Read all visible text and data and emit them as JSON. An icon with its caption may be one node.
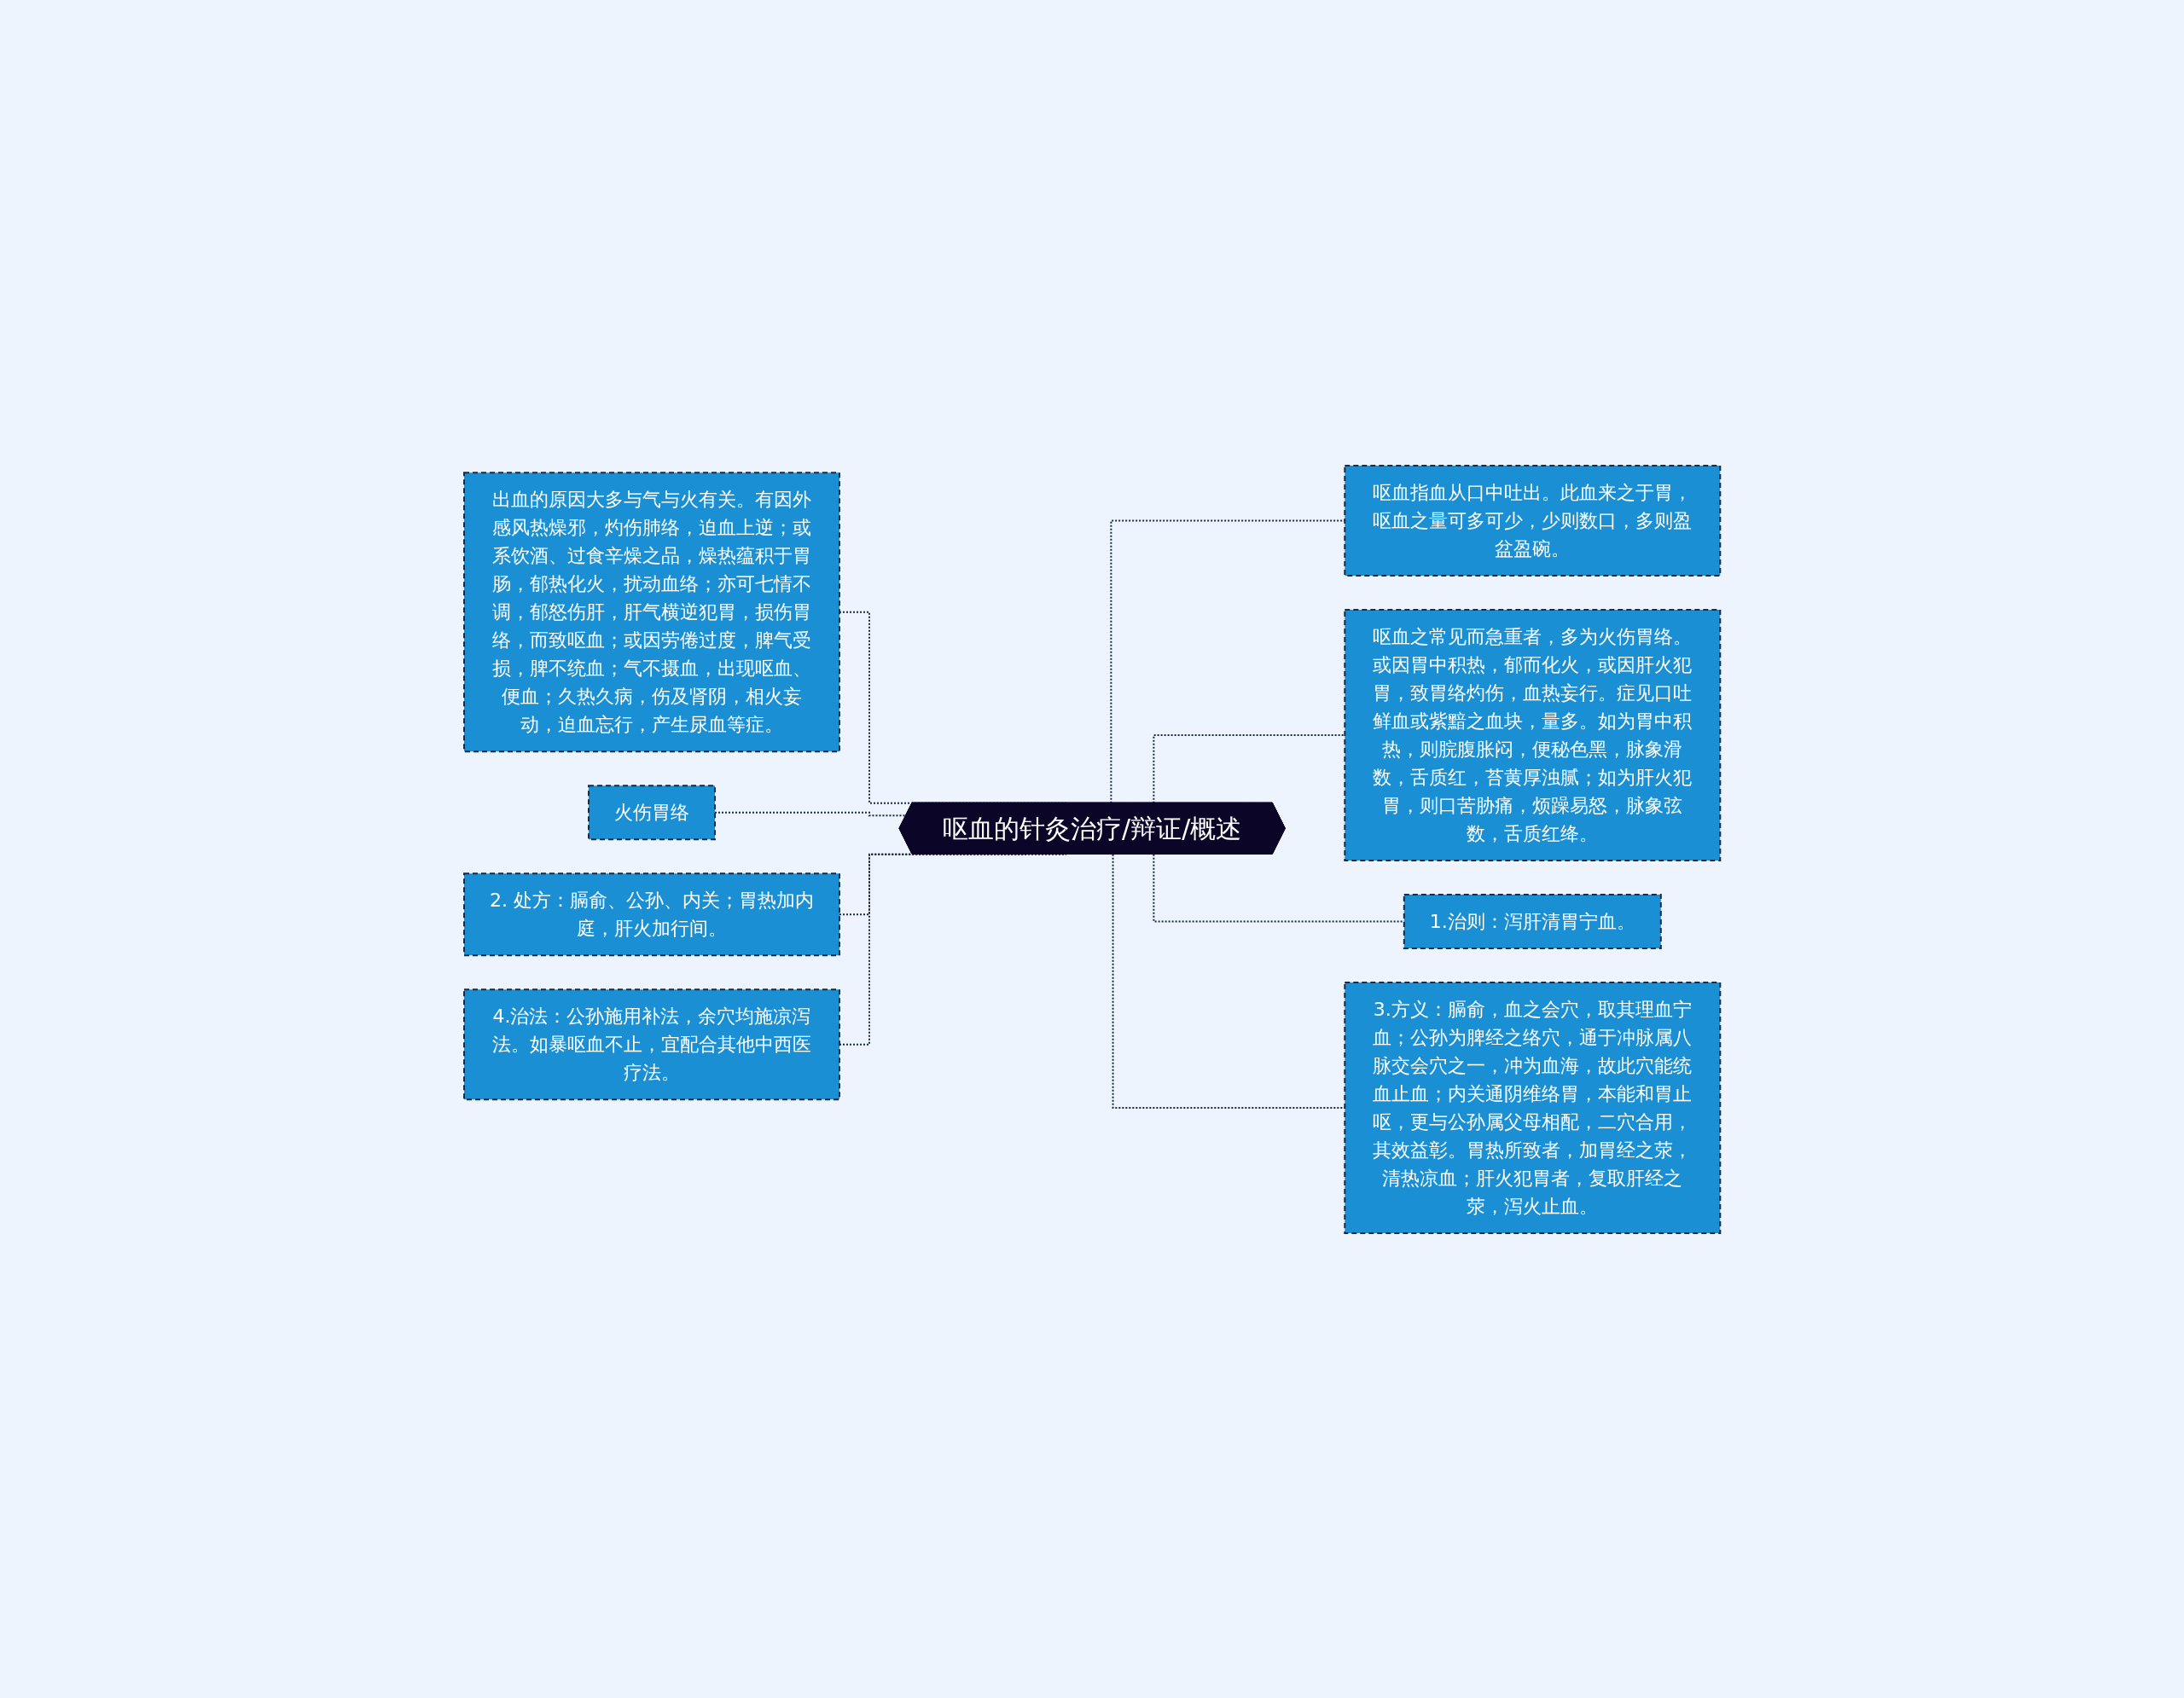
{
  "diagram": {
    "nodes": [
      {
        "text": [
          "呕血的针灸治疗/辩证/概述"
        ]
      },
      {
        "text": [
          "出血的原因大多与气与火有关。有因外感风热燥邪，灼伤肺络，迫血上逆；或系饮酒、过食辛燥之品，燥热蕴积于胃肠，郁热化火，扰动血络；亦可七情不调，郁怒伤肝，肝气横逆犯胃，损伤胃络，而致呕血；或因劳倦过度，脾气受损，脾不统血；气不摄血，出现呕血、便血；久热久病，伤及肾阴，相火妄动，迫血忘行，产生尿血等症。"
        ]
      },
      {
        "text": [
          "火伤胃络"
        ]
      },
      {
        "text": [
          "2. 处方：膈俞、公孙、内关；胃热加内庭，肝火加行间。"
        ]
      },
      {
        "text": [
          "4.治法：公孙施用补法，余穴均施凉泻法。如暴呕血不止，宜配合其他中西医疗法。"
        ]
      },
      {
        "text": [
          "呕血指血从口中吐出。此血来之于胃，呕血之量可多可少，少则数口，多则盈盆盈碗。"
        ]
      },
      {
        "text": [
          "呕血之常见而急重者，多为火伤胃络。或因胃中积热，郁而化火，或因肝火犯胃，致胃络灼伤，血热妄行。症见口吐鲜血或紫黯之血块，量多。如为胃中积热，则脘腹胀闷，便秘色黑，脉象滑数，舌质红，苔黄厚浊腻；如为肝火犯胃，则口苦胁痛，烦躁易怒，脉象弦数，舌质红绛。"
        ]
      },
      {
        "text": [
          "1.治则：泻肝清胃宁血。"
        ]
      },
      {
        "text": [
          "3.方义：膈俞，血之会穴，取其理血宁血；公孙为脾经之络穴，通于冲脉属八脉交会穴之一，冲为血海，故此穴能统血止血；内关通阴维络胃，本能和胃止呕，更与公孙属父母相配，二穴合用，其效益彰。胃热所致者，加胃经之荥，清热凉血；肝火犯胃者，复取肝经之荥，泻火止血。"
        ]
      }
    ],
    "edges": [
      {
        "from": 1,
        "to": 0,
        "arrow": "none",
        "style": "dashed"
      },
      {
        "from": 2,
        "to": 0,
        "arrow": "none",
        "style": "dashed"
      },
      {
        "from": 3,
        "to": 0,
        "arrow": "none",
        "style": "dashed"
      },
      {
        "from": 4,
        "to": 0,
        "arrow": "none",
        "style": "dashed"
      },
      {
        "from": 0,
        "to": 5,
        "arrow": "none",
        "style": "dashed"
      },
      {
        "from": 0,
        "to": 6,
        "arrow": "none",
        "style": "dashed"
      },
      {
        "from": 0,
        "to": 7,
        "arrow": "none",
        "style": "dashed"
      },
      {
        "from": 0,
        "to": 8,
        "arrow": "none",
        "style": "dashed"
      }
    ]
  }
}
